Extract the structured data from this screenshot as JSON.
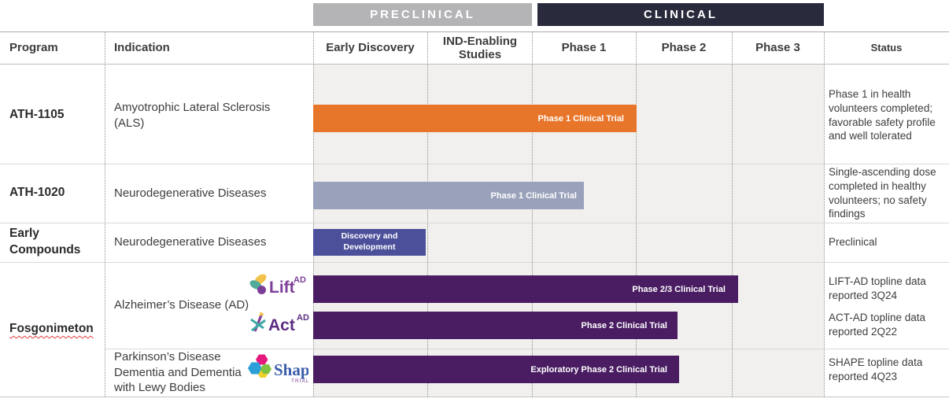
{
  "banner": {
    "preclinical": "PRECLINICAL",
    "clinical": "CLINICAL"
  },
  "columns": {
    "program": "Program",
    "indication": "Indication",
    "early_discovery": "Early Discovery",
    "ind_enabling": "IND-Enabling Studies",
    "phase1": "Phase 1",
    "phase2": "Phase 2",
    "phase3": "Phase 3",
    "status": "Status"
  },
  "programs": [
    {
      "name": "ATH-1105",
      "entries": [
        {
          "indication": "Amyotrophic Lateral Sclerosis (ALS)",
          "bar_label": "Phase 1 Clinical Trial",
          "status": "Phase 1 in health volunteers completed; favorable safety profile and well tolerated"
        }
      ]
    },
    {
      "name": "ATH-1020",
      "entries": [
        {
          "indication": "Neurodegenerative Diseases",
          "bar_label": "Phase 1 Clinical Trial",
          "status": "Single-ascending dose completed in healthy volunteers; no safety findings"
        }
      ]
    },
    {
      "name": "Early Compounds",
      "entries": [
        {
          "indication": "Neurodegenerative Diseases",
          "bar_label": "Discovery and Development",
          "status": "Preclinical"
        }
      ]
    },
    {
      "name": "Fosgonimeton",
      "entries": [
        {
          "indication": "Alzheimer’s Disease (AD)",
          "trials": [
            {
              "name": "LIFT-AD",
              "bar_label": "Phase 2/3 Clinical Trial",
              "status": "LIFT-AD topline data reported 3Q24"
            },
            {
              "name": "ACT-AD",
              "bar_label": "Phase 2 Clinical Trial",
              "status": "ACT-AD topline data reported 2Q22"
            }
          ]
        },
        {
          "indication": "Parkinson’s Disease Dementia and Dementia with Lewy Bodies",
          "trials": [
            {
              "name": "SHAPE",
              "bar_label": "Exploratory Phase 2 Clinical Trial",
              "status": "SHAPE topline data reported 4Q23"
            }
          ]
        }
      ]
    }
  ],
  "logos": {
    "lift": {
      "text": "Lift",
      "sup": "AD"
    },
    "act": {
      "text": "Act",
      "sup": "AD"
    },
    "shape": {
      "text": "Shape",
      "sub": "TRIAL"
    }
  },
  "colors": {
    "preclinical_banner": "#b4b4b6",
    "clinical_banner": "#292b3d",
    "chart_background": "#f1f0ef",
    "ath1105_bar": "#e8762a",
    "ath1020_bar": "#9aa2bb",
    "early_compounds_bar": "#4c509a",
    "fosgonimeton_bar": "#4a1d63"
  },
  "chart_data": {
    "type": "bar",
    "subtype": "gantt-pipeline",
    "stage_axis": [
      "Early Discovery",
      "IND-Enabling Studies",
      "Phase 1",
      "Phase 2",
      "Phase 3"
    ],
    "stage_groups": [
      {
        "name": "PRECLINICAL",
        "stages": [
          "Early Discovery",
          "IND-Enabling Studies"
        ]
      },
      {
        "name": "CLINICAL",
        "stages": [
          "Phase 1",
          "Phase 2",
          "Phase 3"
        ]
      }
    ],
    "bars": [
      {
        "program": "ATH-1105",
        "indication": "Amyotrophic Lateral Sclerosis (ALS)",
        "label": "Phase 1 Clinical Trial",
        "start_stage_units": 0,
        "extent_stage_units": 3.0,
        "color": "#e8762a"
      },
      {
        "program": "ATH-1020",
        "indication": "Neurodegenerative Diseases",
        "label": "Phase 1 Clinical Trial",
        "start_stage_units": 0,
        "extent_stage_units": 2.5,
        "color": "#9aa2bb"
      },
      {
        "program": "Early Compounds",
        "indication": "Neurodegenerative Diseases",
        "label": "Discovery and Development",
        "start_stage_units": 0,
        "extent_stage_units": 1.0,
        "color": "#4c509a"
      },
      {
        "program": "Fosgonimeton",
        "trial": "LIFT-AD",
        "indication": "Alzheimer’s Disease (AD)",
        "label": "Phase 2/3 Clinical Trial",
        "start_stage_units": 0,
        "extent_stage_units": 4.1,
        "color": "#4a1d63"
      },
      {
        "program": "Fosgonimeton",
        "trial": "ACT-AD",
        "indication": "Alzheimer’s Disease (AD)",
        "label": "Phase 2 Clinical Trial",
        "start_stage_units": 0,
        "extent_stage_units": 3.4,
        "color": "#4a1d63"
      },
      {
        "program": "Fosgonimeton",
        "trial": "SHAPE",
        "indication": "Parkinson’s Disease Dementia and Dementia with Lewy Bodies",
        "label": "Exploratory Phase 2 Clinical Trial",
        "start_stage_units": 0,
        "extent_stage_units": 3.45,
        "color": "#4a1d63"
      }
    ],
    "statuses": [
      "Phase 1 in health volunteers completed; favorable safety profile and well tolerated",
      "Single-ascending dose completed in healthy volunteers; no safety findings",
      "Preclinical",
      "LIFT-AD topline data reported 3Q24",
      "ACT-AD topline data reported 2Q22",
      "SHAPE topline data reported 4Q23"
    ]
  }
}
